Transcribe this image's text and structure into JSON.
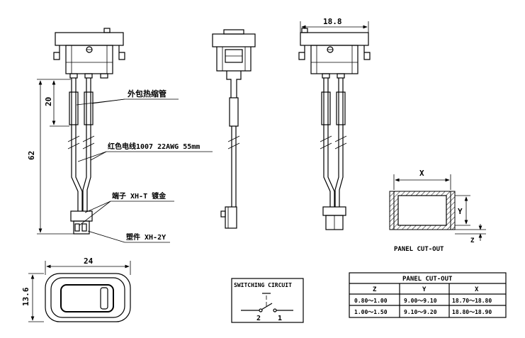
{
  "dimensions": {
    "top_width": "18.8",
    "lead_short": "20",
    "overall_length": "62",
    "bottom_width": "24",
    "bottom_height": "13.6"
  },
  "callouts": {
    "heat_shrink": "外包热缩管",
    "wire": "红色电线1007 22AWG 55mm",
    "terminal": "端子 XH-T 镀金",
    "housing": "塑件 XH-2Y"
  },
  "panel_diagram": {
    "label_x": "X",
    "label_y": "Y",
    "label_z": "Z",
    "caption": "PANEL CUT-OUT"
  },
  "switching_circuit": {
    "title": "SWITCHING CIRCUIT",
    "pin_2": "2",
    "pin_1": "1"
  },
  "cutout_table": {
    "title": "PANEL CUT-OUT",
    "headers": [
      "Z",
      "Y",
      "X"
    ],
    "rows": [
      [
        "0.80～1.00",
        "9.00～9.10",
        "18.70～18.80"
      ],
      [
        "1.00～1.50",
        "9.10～9.20",
        "18.80～18.90"
      ]
    ]
  }
}
